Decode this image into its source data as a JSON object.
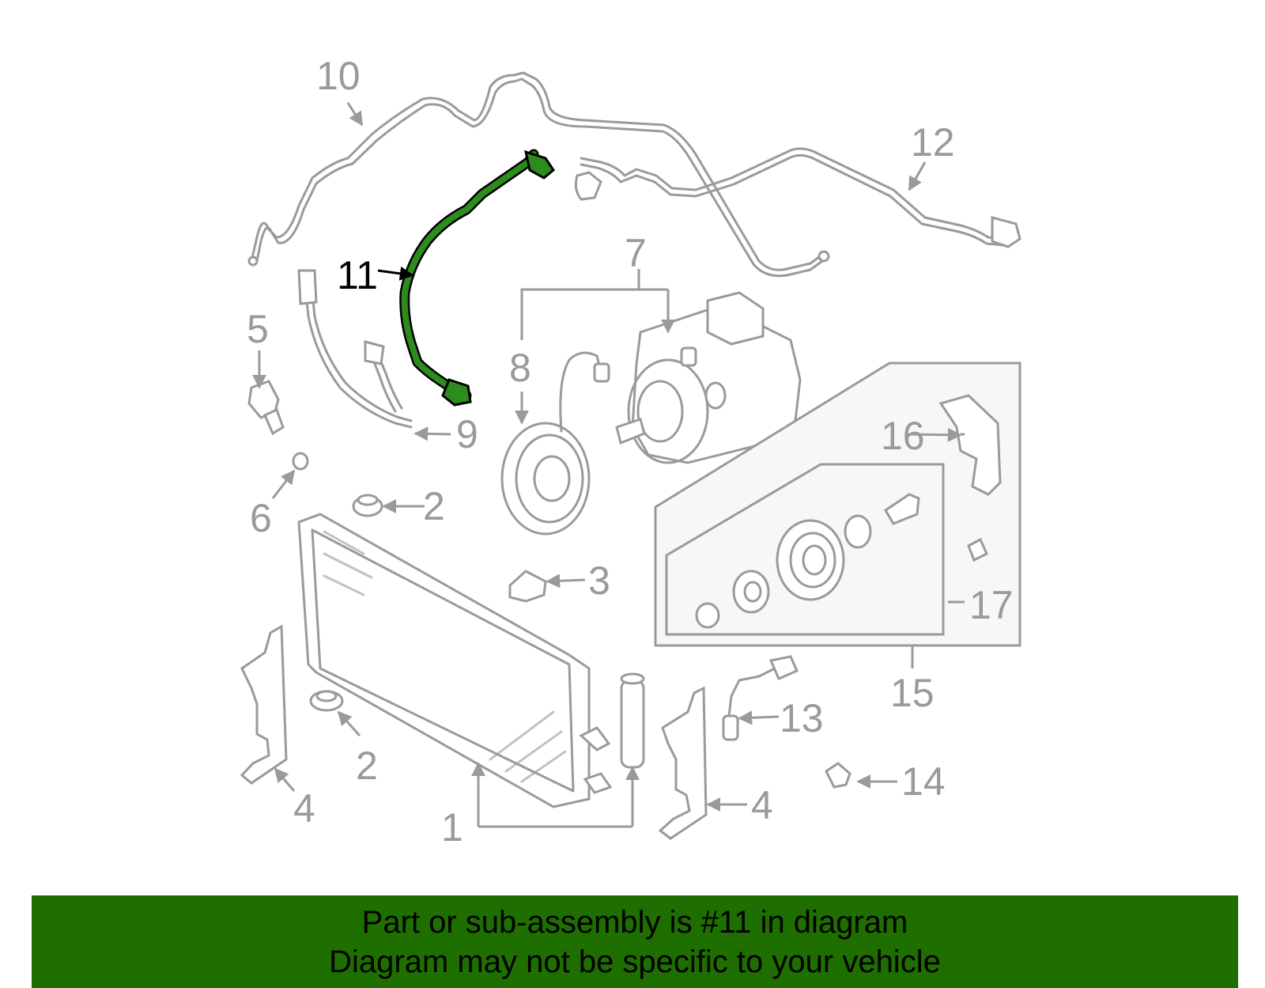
{
  "callouts": {
    "c1": "1",
    "c2a": "2",
    "c2b": "2",
    "c3": "3",
    "c4a": "4",
    "c4b": "4",
    "c5": "5",
    "c6": "6",
    "c7": "7",
    "c8": "8",
    "c9": "9",
    "c10": "10",
    "c11": "11",
    "c12": "12",
    "c13": "13",
    "c14": "14",
    "c15": "15",
    "c16": "16",
    "c17": "17"
  },
  "highlight": {
    "part": "11",
    "color": "#2e8b1e"
  },
  "banner": {
    "line1": "Part or sub-assembly is #11 in diagram",
    "line2": "Diagram may not be specific to your vehicle",
    "color": "#1f6e00"
  }
}
